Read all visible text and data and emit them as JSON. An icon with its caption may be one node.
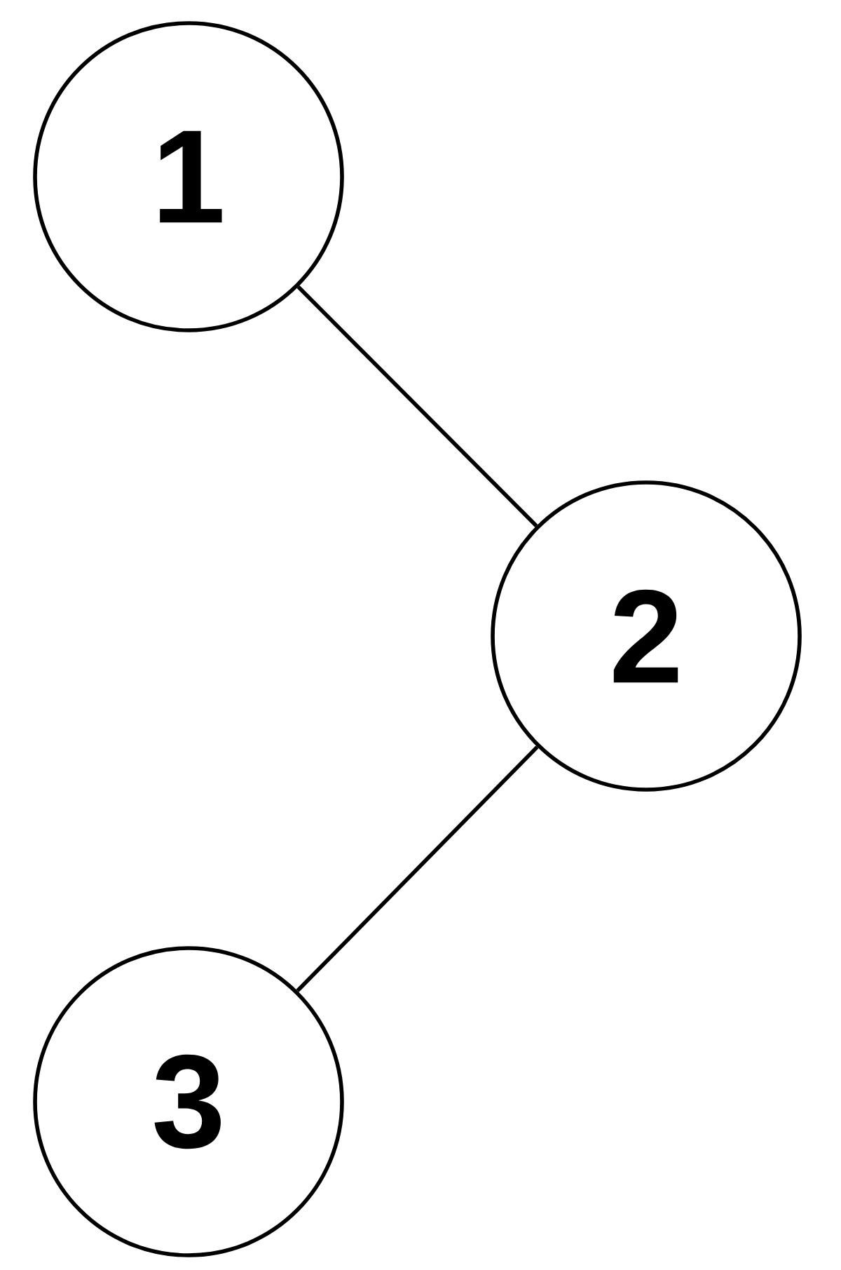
{
  "diagram": {
    "nodes": [
      {
        "text": [
          "1"
        ]
      },
      {
        "text": [
          "2"
        ]
      },
      {
        "text": [
          "3"
        ]
      }
    ],
    "edges": [
      {
        "from": 0,
        "to": 1,
        "arrow": "none"
      },
      {
        "from": 1,
        "to": 2,
        "arrow": "none"
      }
    ]
  }
}
